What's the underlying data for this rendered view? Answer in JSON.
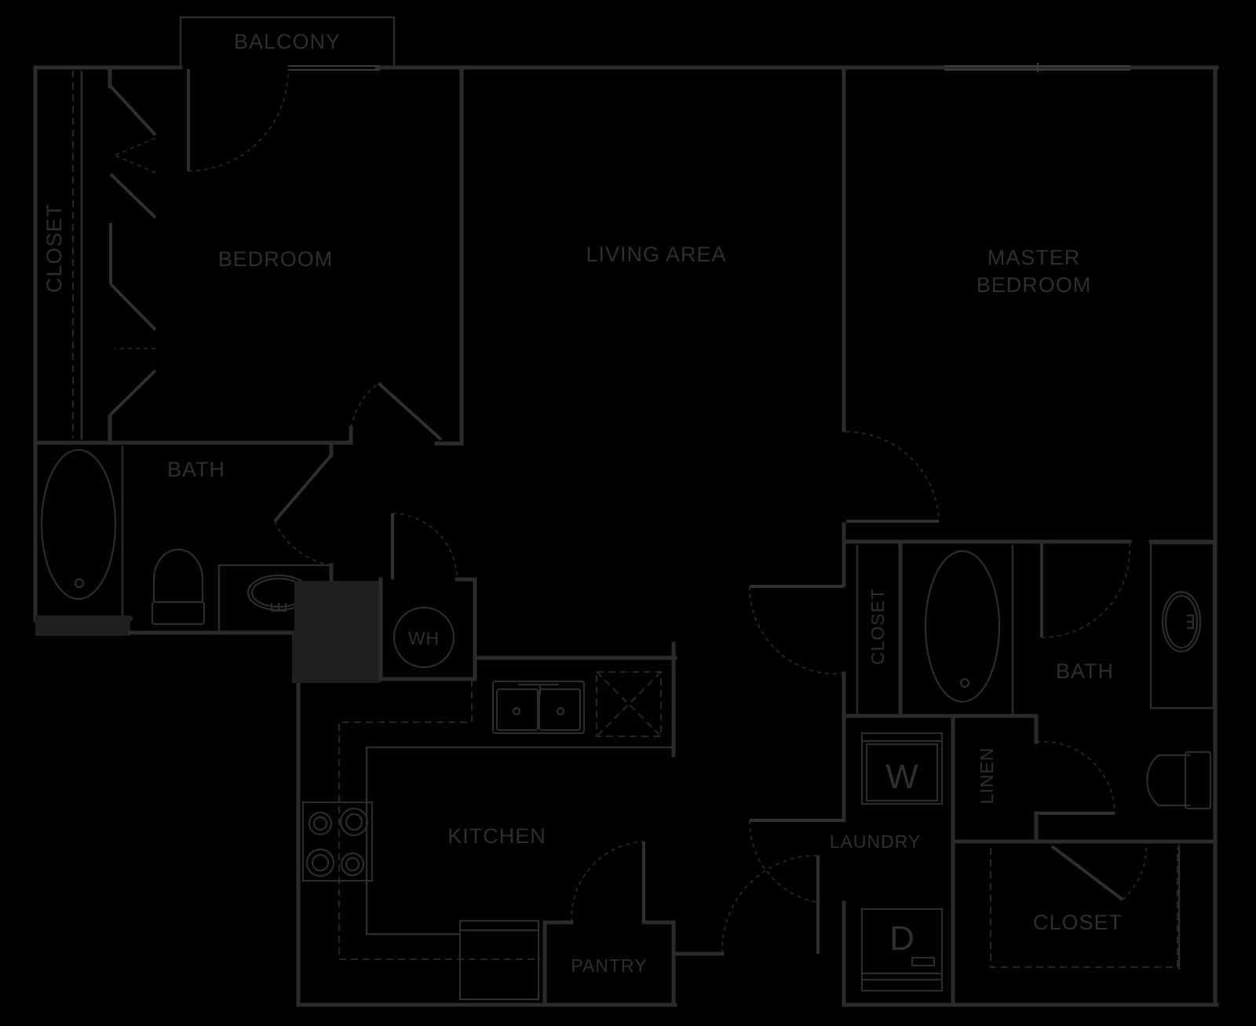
{
  "rooms": {
    "balcony": "BALCONY",
    "closet_left": "CLOSET",
    "bedroom": "BEDROOM",
    "living_area": "LIVING AREA",
    "master_bedroom_line1": "MASTER",
    "master_bedroom_line2": "BEDROOM",
    "bath_left": "BATH",
    "water_heater": "WH",
    "closet_middle": "CLOSET",
    "bath_right": "BATH",
    "linen": "LINEN",
    "washer": "W",
    "laundry": "LAUNDRY",
    "kitchen": "KITCHEN",
    "dryer": "D",
    "pantry": "PANTRY",
    "closet_master": "CLOSET"
  },
  "colors": {
    "background": "#000000",
    "lines": "#2b2b2b",
    "text": "#2e2e2e"
  }
}
